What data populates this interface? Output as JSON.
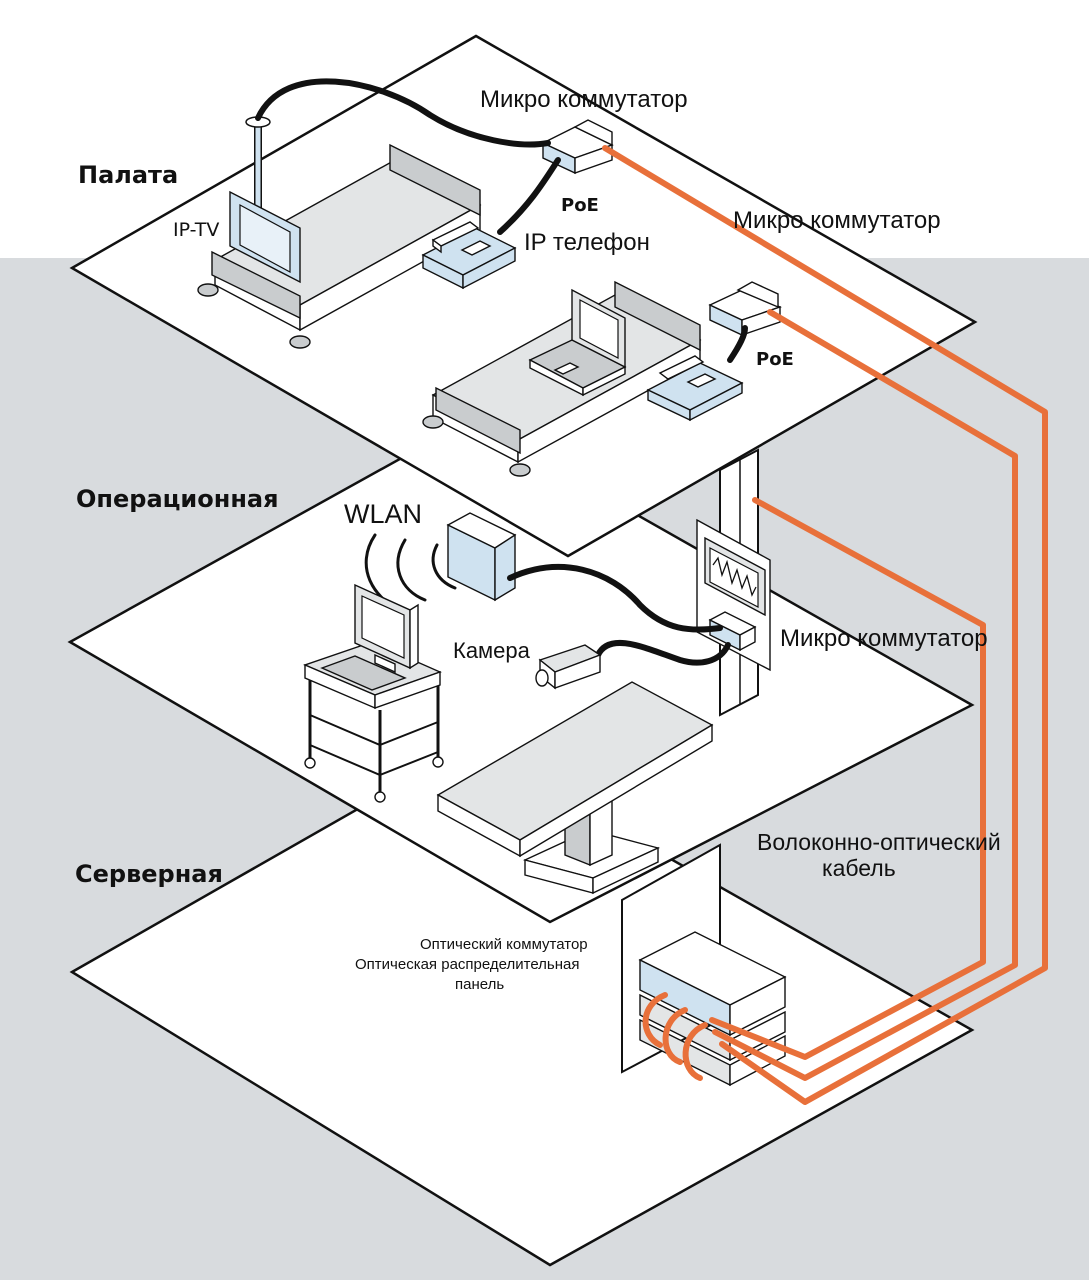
{
  "colors": {
    "background_band": "#d8dbde",
    "fiber": "#e8703a",
    "device_blue": "#cfe2f0",
    "equipment_grey": "#c9ccce"
  },
  "floors": {
    "ward": "Палата",
    "operating_room": "Операционная",
    "server_room": "Серверная"
  },
  "labels": {
    "micro_switch": "Микро коммутатор",
    "poe": "PoE",
    "ip_tv": "IP-TV",
    "ip_phone": "IP телефон",
    "wlan": "WLAN",
    "camera": "Камера",
    "fiber_cable_line1": "Волоконно-оптический",
    "fiber_cable_line2": "кабель",
    "optical_switch": "Оптический коммутатор",
    "optical_panel_line1": "Оптическая распределительная",
    "optical_panel_line2": "панель"
  },
  "icons": [
    "bed-icon",
    "tv-icon",
    "phone-icon",
    "laptop-icon",
    "switch-icon",
    "access-point-icon",
    "camera-icon",
    "monitor-icon",
    "operating-table-icon",
    "workstation-cart-icon",
    "patch-panel-icon"
  ]
}
